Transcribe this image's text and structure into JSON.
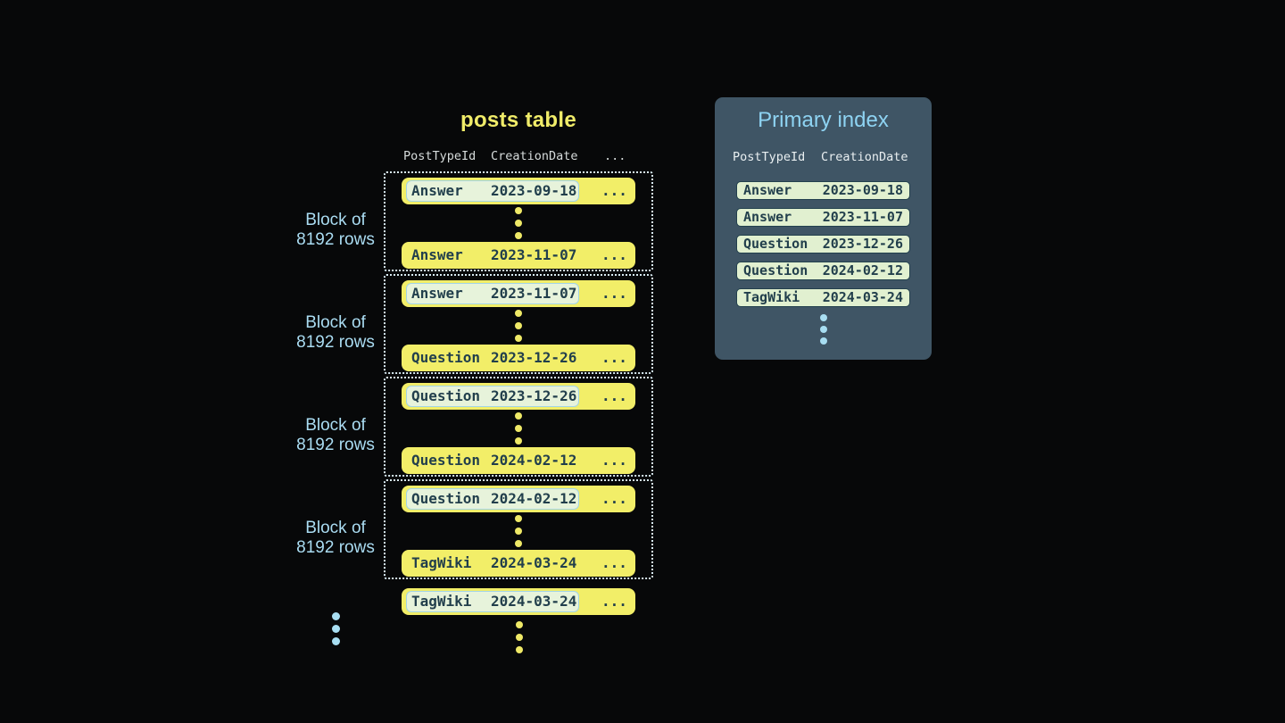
{
  "posts_table": {
    "title": "posts table",
    "columns": {
      "col1": "PostTypeId",
      "col2": "CreationDate",
      "col3": "..."
    },
    "block_label_line1": "Block of",
    "block_label_line2": "8192 rows",
    "row_ellipsis": "...",
    "blocks": [
      {
        "first": {
          "type": "Answer",
          "date": "2023-09-18"
        },
        "last": {
          "type": "Answer",
          "date": "2023-11-07"
        }
      },
      {
        "first": {
          "type": "Answer",
          "date": "2023-11-07"
        },
        "last": {
          "type": "Question",
          "date": "2023-12-26"
        }
      },
      {
        "first": {
          "type": "Question",
          "date": "2023-12-26"
        },
        "last": {
          "type": "Question",
          "date": "2024-02-12"
        }
      },
      {
        "first": {
          "type": "Question",
          "date": "2024-02-12"
        },
        "last": {
          "type": "TagWiki",
          "date": "2024-03-24"
        }
      }
    ],
    "overflow_row": {
      "type": "TagWiki",
      "date": "2024-03-24"
    }
  },
  "primary_index": {
    "title": "Primary index",
    "columns": {
      "col1": "PostTypeId",
      "col2": "CreationDate"
    },
    "rows": [
      {
        "type": "Answer",
        "date": "2023-09-18"
      },
      {
        "type": "Answer",
        "date": "2023-11-07"
      },
      {
        "type": "Question",
        "date": "2023-12-26"
      },
      {
        "type": "Question",
        "date": "2024-02-12"
      },
      {
        "type": "TagWiki",
        "date": "2024-03-24"
      }
    ]
  },
  "colors": {
    "background": "#070809",
    "row_yellow": "#f2ee68",
    "title_yellow": "#f0ec69",
    "highlight_mint": "#e7f3db",
    "highlight_border_blue": "#a2d4e6",
    "index_row_mint": "#e1f0d0",
    "dark_text": "#223f4c",
    "panel_slate": "#3f5565",
    "light_blue_text": "#aadcf2",
    "panel_title_blue": "#8ed3f2",
    "header_gray": "#d6dbdb",
    "dotted_border": "#d8eaf2"
  }
}
